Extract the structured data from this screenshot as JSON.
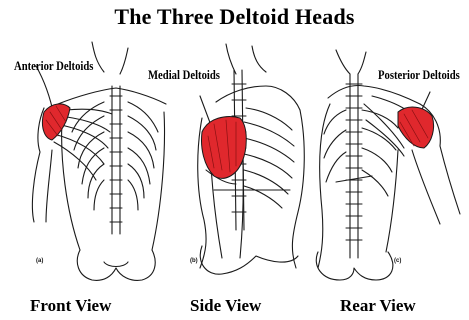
{
  "title": "The Three Deltoid Heads",
  "colors": {
    "deltoid_highlight": "#e0282d",
    "line": "#1a1a1a",
    "background": "#ffffff"
  },
  "panels": [
    {
      "letter": "(a)",
      "muscle_label": "Anterior Deltoids",
      "view_label": "Front View"
    },
    {
      "letter": "(b)",
      "muscle_label": "Medial Deltoids",
      "view_label": "Side View"
    },
    {
      "letter": "(c)",
      "muscle_label": "Posterior Deltoids",
      "view_label": "Rear View"
    }
  ]
}
